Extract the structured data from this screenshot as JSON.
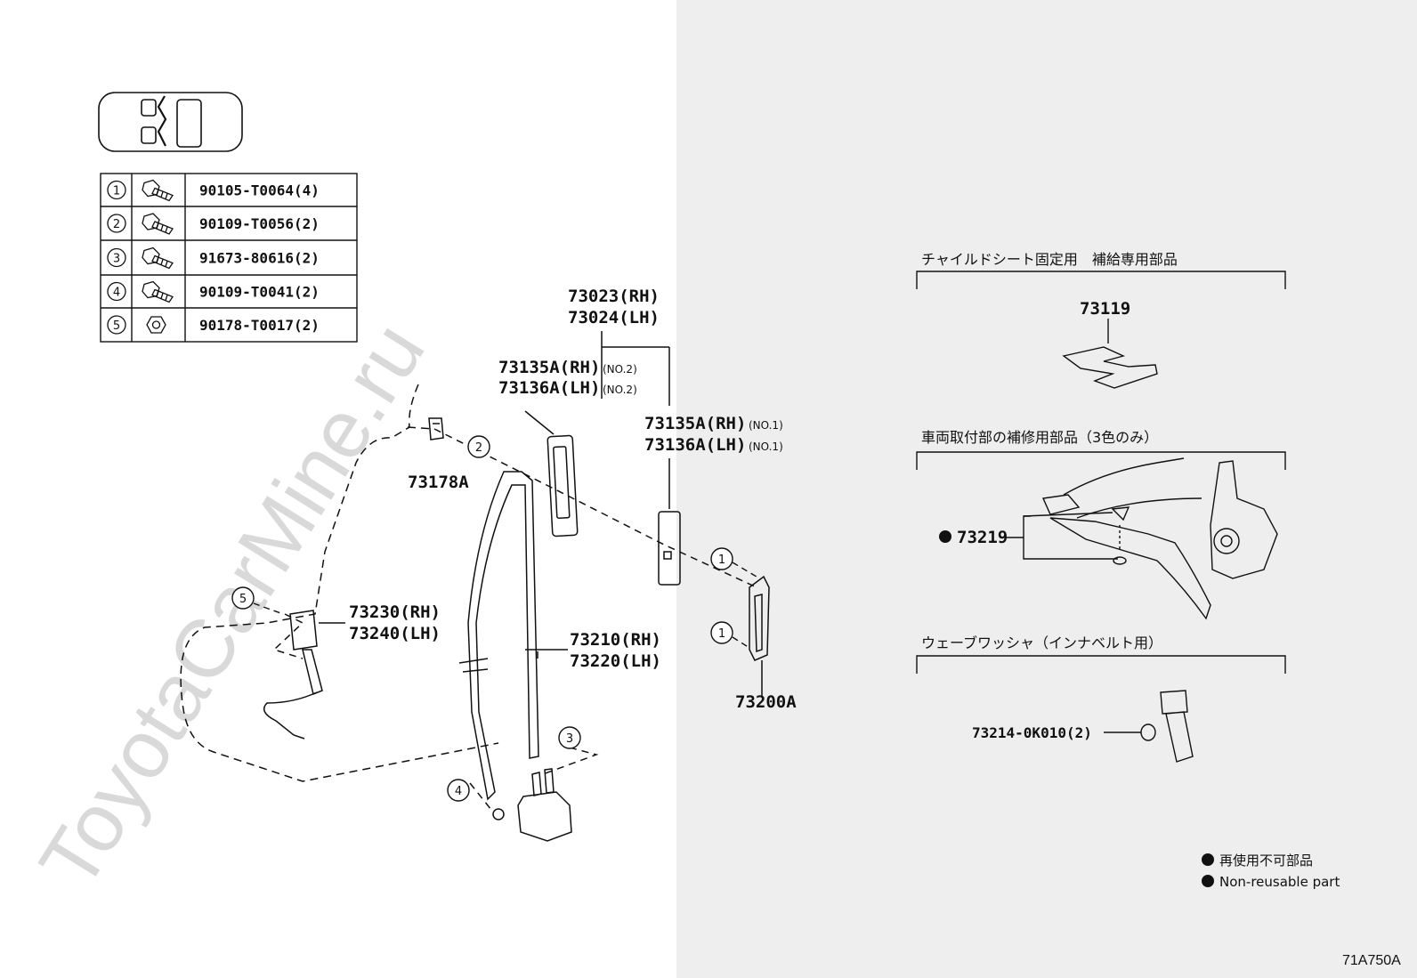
{
  "watermark": "ToyotaCarMine.ru",
  "fastener_table": [
    {
      "index": "1",
      "part": "90105-T0064(4)"
    },
    {
      "index": "2",
      "part": "90109-T0056(2)"
    },
    {
      "index": "3",
      "part": "91673-80616(2)"
    },
    {
      "index": "4",
      "part": "90109-T0041(2)"
    },
    {
      "index": "5",
      "part": "90178-T0017(2)"
    }
  ],
  "labels": {
    "guide_rh": "73023(RH)",
    "guide_lh": "73024(LH)",
    "cover2_rh": "73135A(RH)",
    "cover2_rh_no": "(NO.2)",
    "cover2_lh": "73136A(LH)",
    "cover2_lh_no": "(NO.2)",
    "cover1_rh": "73135A(RH)",
    "cover1_rh_no": "(NO.1)",
    "cover1_lh": "73136A(LH)",
    "cover1_lh_no": "(NO.1)",
    "clip": "73178A",
    "buckle_rh": "73230(RH)",
    "buckle_lh": "73240(LH)",
    "belt_rh": "73210(RH)",
    "belt_lh": "73220(LH)",
    "adjuster": "73200A",
    "child_seat_part": "73119",
    "repair_part": "73219",
    "washer_part": "73214-0K010(2)"
  },
  "callouts": {
    "c1a": "1",
    "c1b": "1",
    "c2": "2",
    "c3": "3",
    "c4": "4",
    "c5": "5"
  },
  "sections": {
    "child_seat": "チャイルドシート固定用　補給専用部品",
    "repair": "車両取付部の補修用部品（3色のみ）",
    "washer": "ウェーブワッシャ（インナベルト用）"
  },
  "legend": {
    "jp": "再使用不可部品",
    "en": "Non-reusable part"
  },
  "diagram_code": "71A750A",
  "colors": {
    "panel": "#eeeeee",
    "line": "#111111",
    "watermark": "#d9d9d9"
  }
}
